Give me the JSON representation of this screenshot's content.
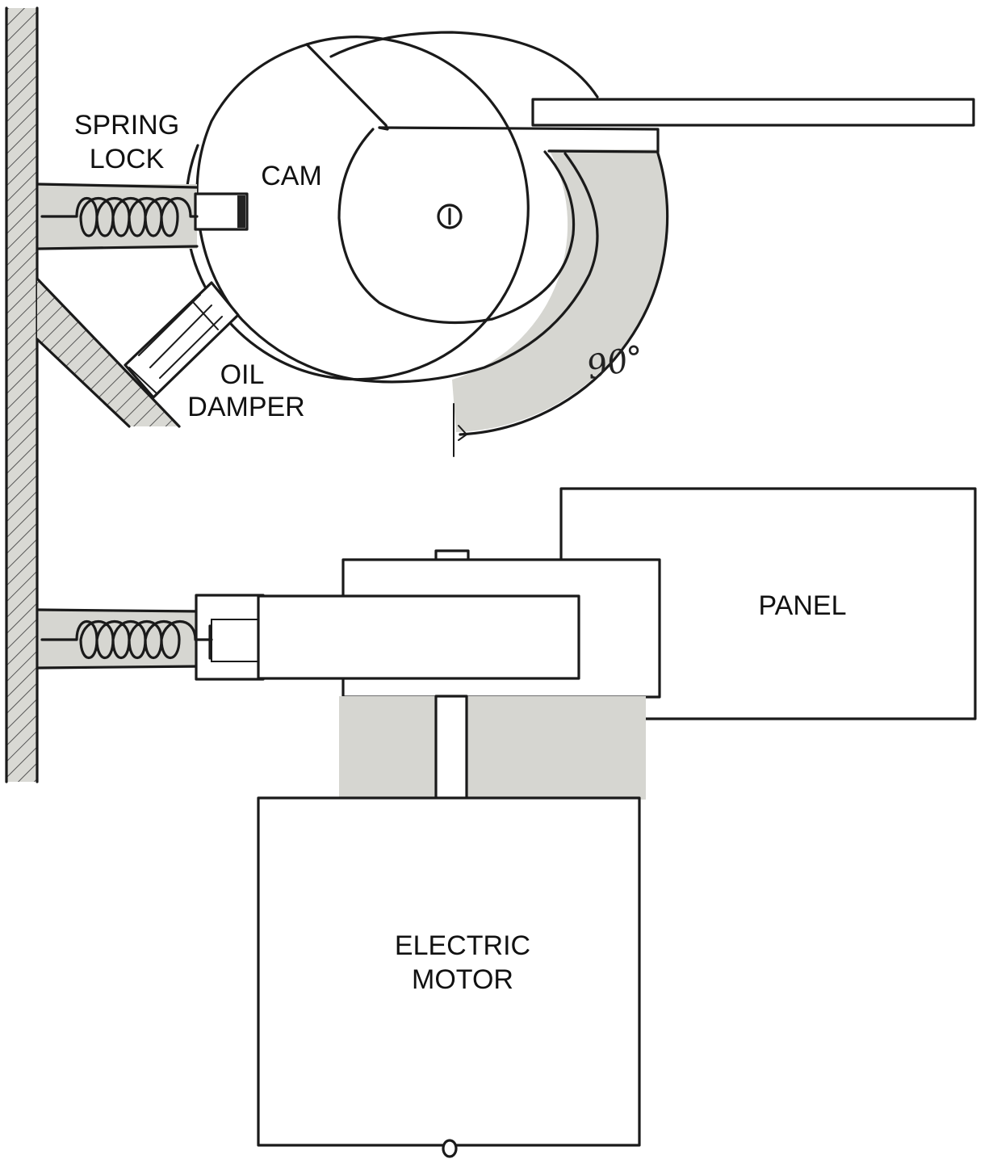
{
  "labels": {
    "spring_lock_line1": "SPRING",
    "spring_lock_line2": "LOCK",
    "cam": "CAM",
    "oil_damper_line1": "OIL",
    "oil_damper_line2": "DAMPER",
    "angle": "90°",
    "panel": "PANEL",
    "electric_motor_line1": "ELECTRIC",
    "electric_motor_line2": "MOTOR"
  }
}
